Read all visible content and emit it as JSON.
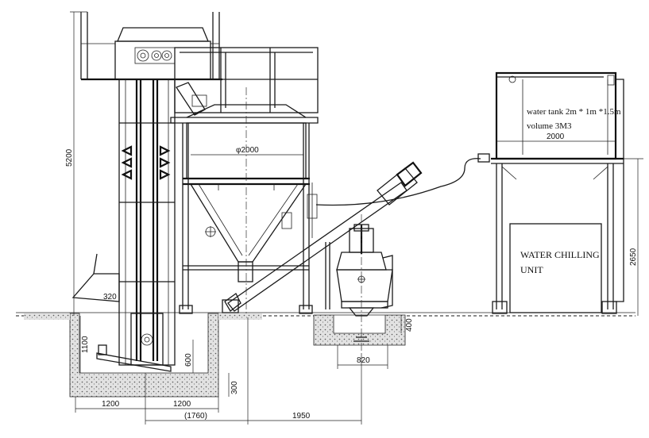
{
  "labels": {
    "tank_line1": "water tank 2m * 1m *1.5m",
    "tank_line2": "volume 3M3",
    "chilling_line1": "WATER CHILLING",
    "chilling_line2": "UNIT"
  },
  "dimensions": {
    "tank_width": "2000",
    "silo_diameter": "φ2000",
    "total_height": "5200",
    "tank_stand_height": "2650",
    "pit_left": "1200",
    "pit_right": "1200",
    "overall_offset": "(1760)",
    "conveyor_offset": "1950",
    "mixer_base": "820",
    "mixer_depth": "400",
    "pit_depth": "1100",
    "pit_inner": "600",
    "pit_floor": "300",
    "hopper_width": "320"
  }
}
